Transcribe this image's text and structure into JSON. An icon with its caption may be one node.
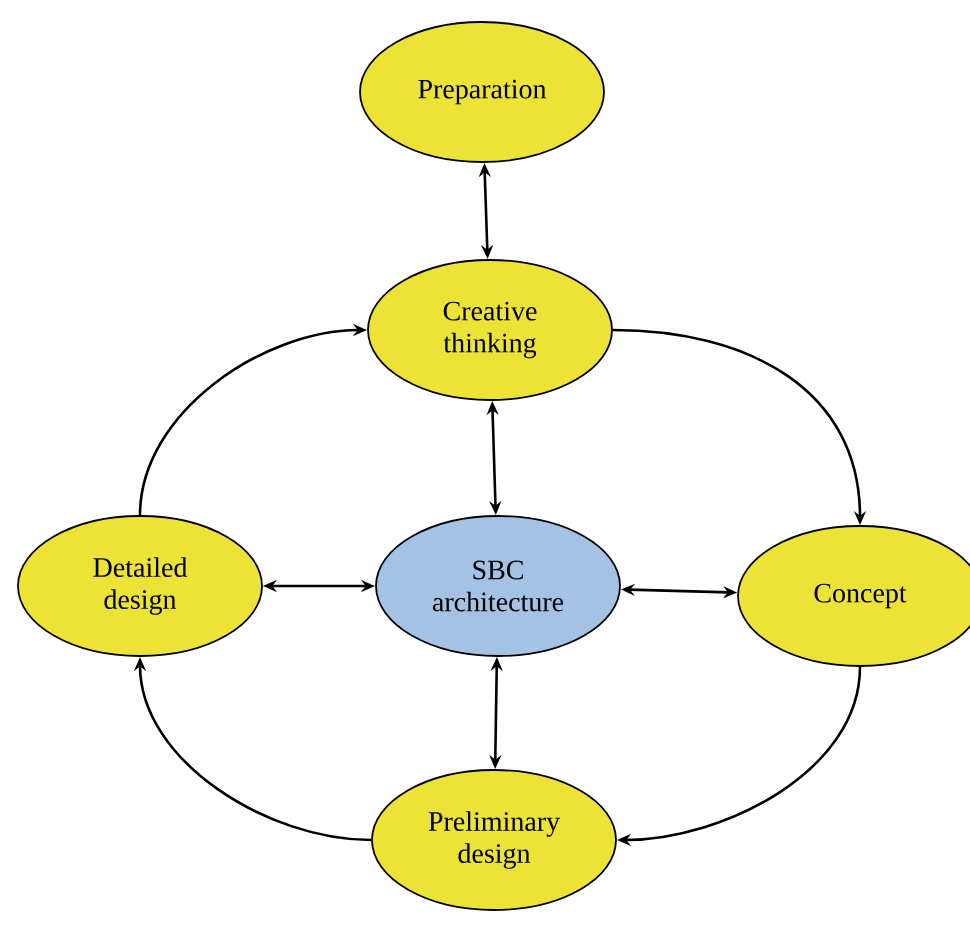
{
  "diagram": {
    "nodes": [
      {
        "text": [
          "Preparation"
        ]
      },
      {
        "text": [
          "Creative thinking"
        ]
      },
      {
        "text": [
          "Detailed design"
        ]
      },
      {
        "text": [
          "SBC architecture"
        ]
      },
      {
        "text": [
          "Concept"
        ]
      },
      {
        "text": [
          "Preliminary design"
        ]
      }
    ],
    "edges": [
      {
        "from": 0,
        "to": 1,
        "arrow": "both"
      },
      {
        "from": 1,
        "to": 3,
        "arrow": "both"
      },
      {
        "from": 2,
        "to": 3,
        "arrow": "both"
      },
      {
        "from": 3,
        "to": 4,
        "arrow": "both"
      },
      {
        "from": 3,
        "to": 5,
        "arrow": "both"
      },
      {
        "from": 1,
        "to": 4,
        "arrow": "to"
      },
      {
        "from": 4,
        "to": 5,
        "arrow": "to"
      },
      {
        "from": 5,
        "to": 2,
        "arrow": "to"
      },
      {
        "from": 2,
        "to": 1,
        "arrow": "to"
      }
    ]
  }
}
